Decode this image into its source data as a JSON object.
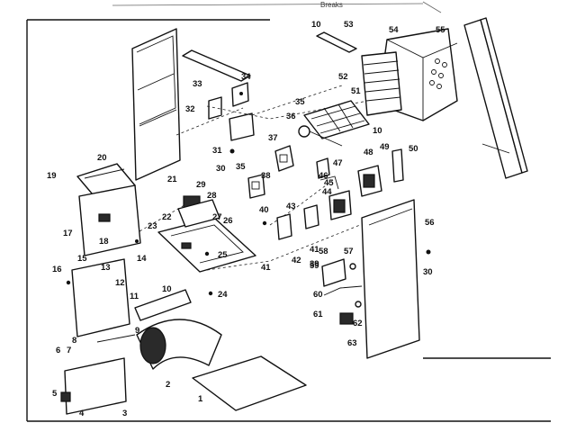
{
  "header_scribble": "Breaks",
  "callouts": [
    {
      "id": "c1",
      "text": "1"
    },
    {
      "id": "c2",
      "text": "2"
    },
    {
      "id": "c3",
      "text": "3"
    },
    {
      "id": "c4",
      "text": "4"
    },
    {
      "id": "c5",
      "text": "5"
    },
    {
      "id": "c6",
      "text": "6"
    },
    {
      "id": "c7",
      "text": "7"
    },
    {
      "id": "c8",
      "text": "8"
    },
    {
      "id": "c9",
      "text": "9"
    },
    {
      "id": "c10a",
      "text": "10"
    },
    {
      "id": "c10b",
      "text": "10"
    },
    {
      "id": "c10c",
      "text": "10"
    },
    {
      "id": "c11",
      "text": "11"
    },
    {
      "id": "c12",
      "text": "12"
    },
    {
      "id": "c13",
      "text": "13"
    },
    {
      "id": "c14",
      "text": "14"
    },
    {
      "id": "c15",
      "text": "15"
    },
    {
      "id": "c16",
      "text": "16"
    },
    {
      "id": "c17",
      "text": "17"
    },
    {
      "id": "c18",
      "text": "18"
    },
    {
      "id": "c19",
      "text": "19"
    },
    {
      "id": "c20",
      "text": "20"
    },
    {
      "id": "c21",
      "text": "21"
    },
    {
      "id": "c22",
      "text": "22"
    },
    {
      "id": "c23",
      "text": "23"
    },
    {
      "id": "c24",
      "text": "24"
    },
    {
      "id": "c25",
      "text": "25"
    },
    {
      "id": "c26",
      "text": "26"
    },
    {
      "id": "c27",
      "text": "27"
    },
    {
      "id": "c28",
      "text": "28"
    },
    {
      "id": "c29",
      "text": "29"
    },
    {
      "id": "c30a",
      "text": "30"
    },
    {
      "id": "c30b",
      "text": "30"
    },
    {
      "id": "c31",
      "text": "31"
    },
    {
      "id": "c32",
      "text": "32"
    },
    {
      "id": "c33",
      "text": "33"
    },
    {
      "id": "c34",
      "text": "34"
    },
    {
      "id": "c35a",
      "text": "35"
    },
    {
      "id": "c35b",
      "text": "35"
    },
    {
      "id": "c36",
      "text": "36"
    },
    {
      "id": "c37",
      "text": "37"
    },
    {
      "id": "c38",
      "text": "38"
    },
    {
      "id": "c39",
      "text": "39"
    },
    {
      "id": "c40",
      "text": "40"
    },
    {
      "id": "c41a",
      "text": "41"
    },
    {
      "id": "c41b",
      "text": "41"
    },
    {
      "id": "c42",
      "text": "42"
    },
    {
      "id": "c43",
      "text": "43"
    },
    {
      "id": "c44",
      "text": "44"
    },
    {
      "id": "c45",
      "text": "45"
    },
    {
      "id": "c46",
      "text": "46"
    },
    {
      "id": "c47",
      "text": "47"
    },
    {
      "id": "c48",
      "text": "48"
    },
    {
      "id": "c49",
      "text": "49"
    },
    {
      "id": "c50",
      "text": "50"
    },
    {
      "id": "c51",
      "text": "51"
    },
    {
      "id": "c52",
      "text": "52"
    },
    {
      "id": "c53",
      "text": "53"
    },
    {
      "id": "c54",
      "text": "54"
    },
    {
      "id": "c55",
      "text": "55"
    },
    {
      "id": "c56",
      "text": "56"
    },
    {
      "id": "c57",
      "text": "57"
    },
    {
      "id": "c58",
      "text": "58"
    },
    {
      "id": "c59",
      "text": "59"
    },
    {
      "id": "c60",
      "text": "60"
    },
    {
      "id": "c61",
      "text": "61"
    },
    {
      "id": "c62",
      "text": "62"
    },
    {
      "id": "c63",
      "text": "63"
    }
  ]
}
